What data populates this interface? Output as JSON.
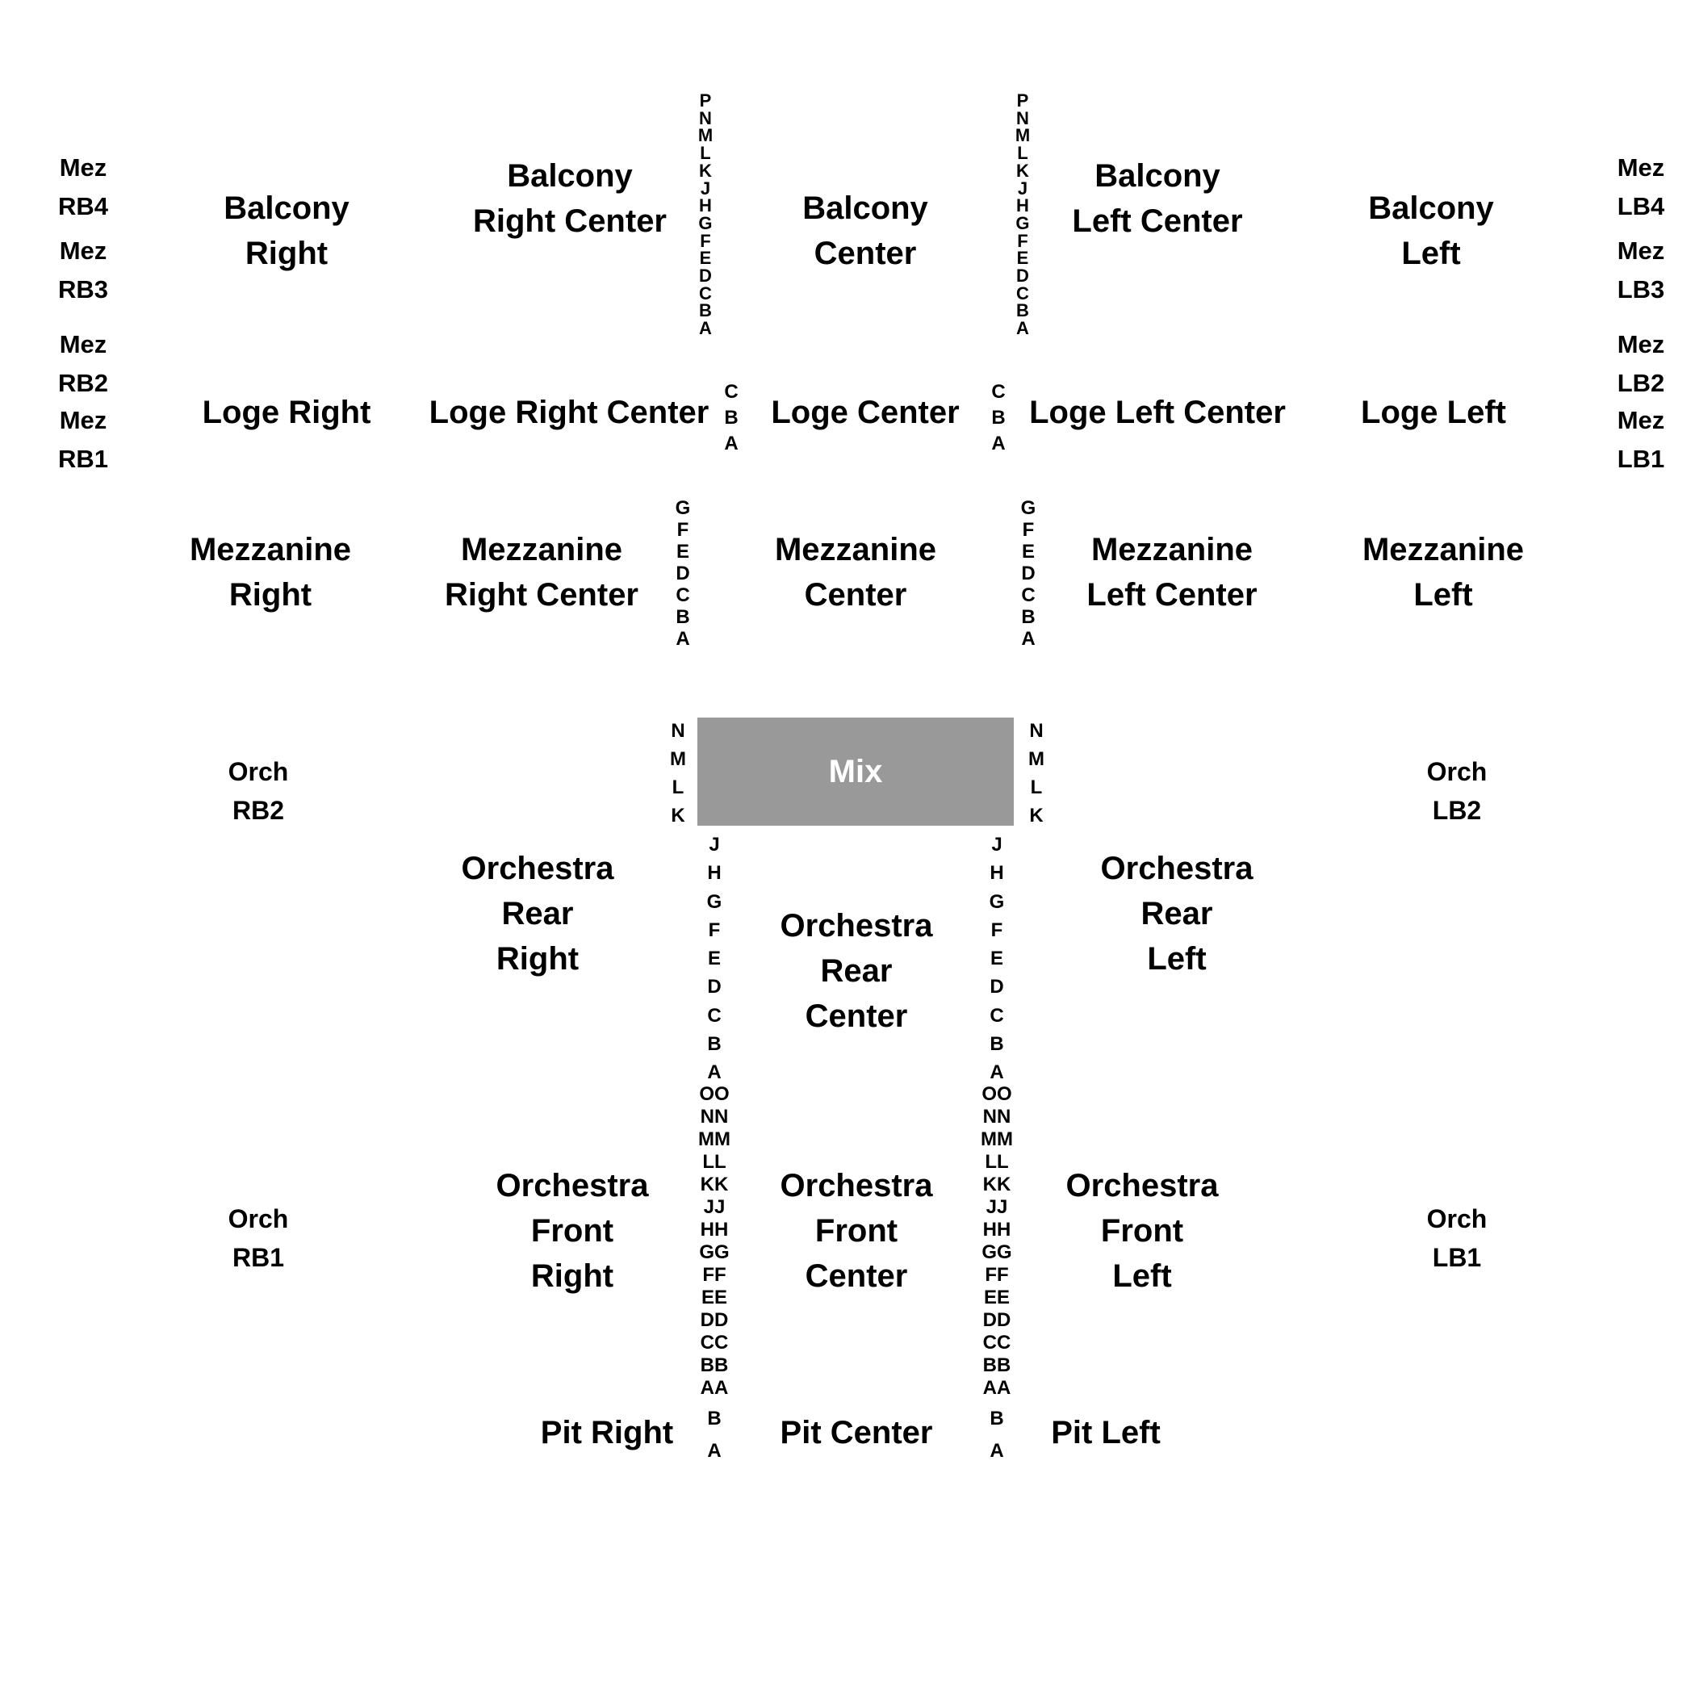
{
  "mix": "Mix",
  "side_boxes": {
    "mez_rb4": [
      "Mez",
      "RB4"
    ],
    "mez_rb3": [
      "Mez",
      "RB3"
    ],
    "mez_rb2": [
      "Mez",
      "RB2"
    ],
    "mez_rb1": [
      "Mez",
      "RB1"
    ],
    "mez_lb4": [
      "Mez",
      "LB4"
    ],
    "mez_lb3": [
      "Mez",
      "LB3"
    ],
    "mez_lb2": [
      "Mez",
      "LB2"
    ],
    "mez_lb1": [
      "Mez",
      "LB1"
    ],
    "orch_rb2": [
      "Orch",
      "RB2"
    ],
    "orch_rb1": [
      "Orch",
      "RB1"
    ],
    "orch_lb2": [
      "Orch",
      "LB2"
    ],
    "orch_lb1": [
      "Orch",
      "LB1"
    ]
  },
  "sections": {
    "balcony_right": [
      "Balcony",
      "Right"
    ],
    "balcony_right_center": [
      "Balcony",
      "Right Center"
    ],
    "balcony_center": [
      "Balcony",
      "Center"
    ],
    "balcony_left_center": [
      "Balcony",
      "Left Center"
    ],
    "balcony_left": [
      "Balcony",
      "Left"
    ],
    "loge_right": [
      "Loge Right"
    ],
    "loge_right_center": [
      "Loge Right Center"
    ],
    "loge_center": [
      "Loge Center"
    ],
    "loge_left_center": [
      "Loge Left Center"
    ],
    "loge_left": [
      "Loge Left"
    ],
    "mezzanine_right": [
      "Mezzanine",
      "Right"
    ],
    "mezzanine_right_center": [
      "Mezzanine",
      "Right Center"
    ],
    "mezzanine_center": [
      "Mezzanine",
      "Center"
    ],
    "mezzanine_left_center": [
      "Mezzanine",
      "Left Center"
    ],
    "mezzanine_left": [
      "Mezzanine",
      "Left"
    ],
    "orchestra_rear_right": [
      "Orchestra",
      "Rear",
      "Right"
    ],
    "orchestra_rear_center": [
      "Orchestra",
      "Rear",
      "Center"
    ],
    "orchestra_rear_left": [
      "Orchestra",
      "Rear",
      "Left"
    ],
    "orchestra_front_right": [
      "Orchestra",
      "Front",
      "Right"
    ],
    "orchestra_front_center": [
      "Orchestra",
      "Front",
      "Center"
    ],
    "orchestra_front_left": [
      "Orchestra",
      "Front",
      "Left"
    ],
    "pit_right": [
      "Pit Right"
    ],
    "pit_center": [
      "Pit Center"
    ],
    "pit_left": [
      "Pit Left"
    ]
  },
  "rows": {
    "balcony": [
      "P",
      "N",
      "M",
      "L",
      "K",
      "J",
      "H",
      "G",
      "F",
      "E",
      "D",
      "C",
      "B",
      "A"
    ],
    "loge": [
      "C",
      "B",
      "A"
    ],
    "mezzanine": [
      "G",
      "F",
      "E",
      "D",
      "C",
      "B",
      "A"
    ],
    "orch_mix": [
      "N",
      "M",
      "L",
      "K"
    ],
    "orch_rear": [
      "J",
      "H",
      "G",
      "F",
      "E",
      "D",
      "C",
      "B",
      "A"
    ],
    "orch_front": [
      "OO",
      "NN",
      "MM",
      "LL",
      "KK",
      "JJ",
      "HH",
      "GG",
      "FF",
      "EE",
      "DD",
      "CC",
      "BB",
      "AA"
    ],
    "pit": [
      "B",
      "A"
    ]
  }
}
